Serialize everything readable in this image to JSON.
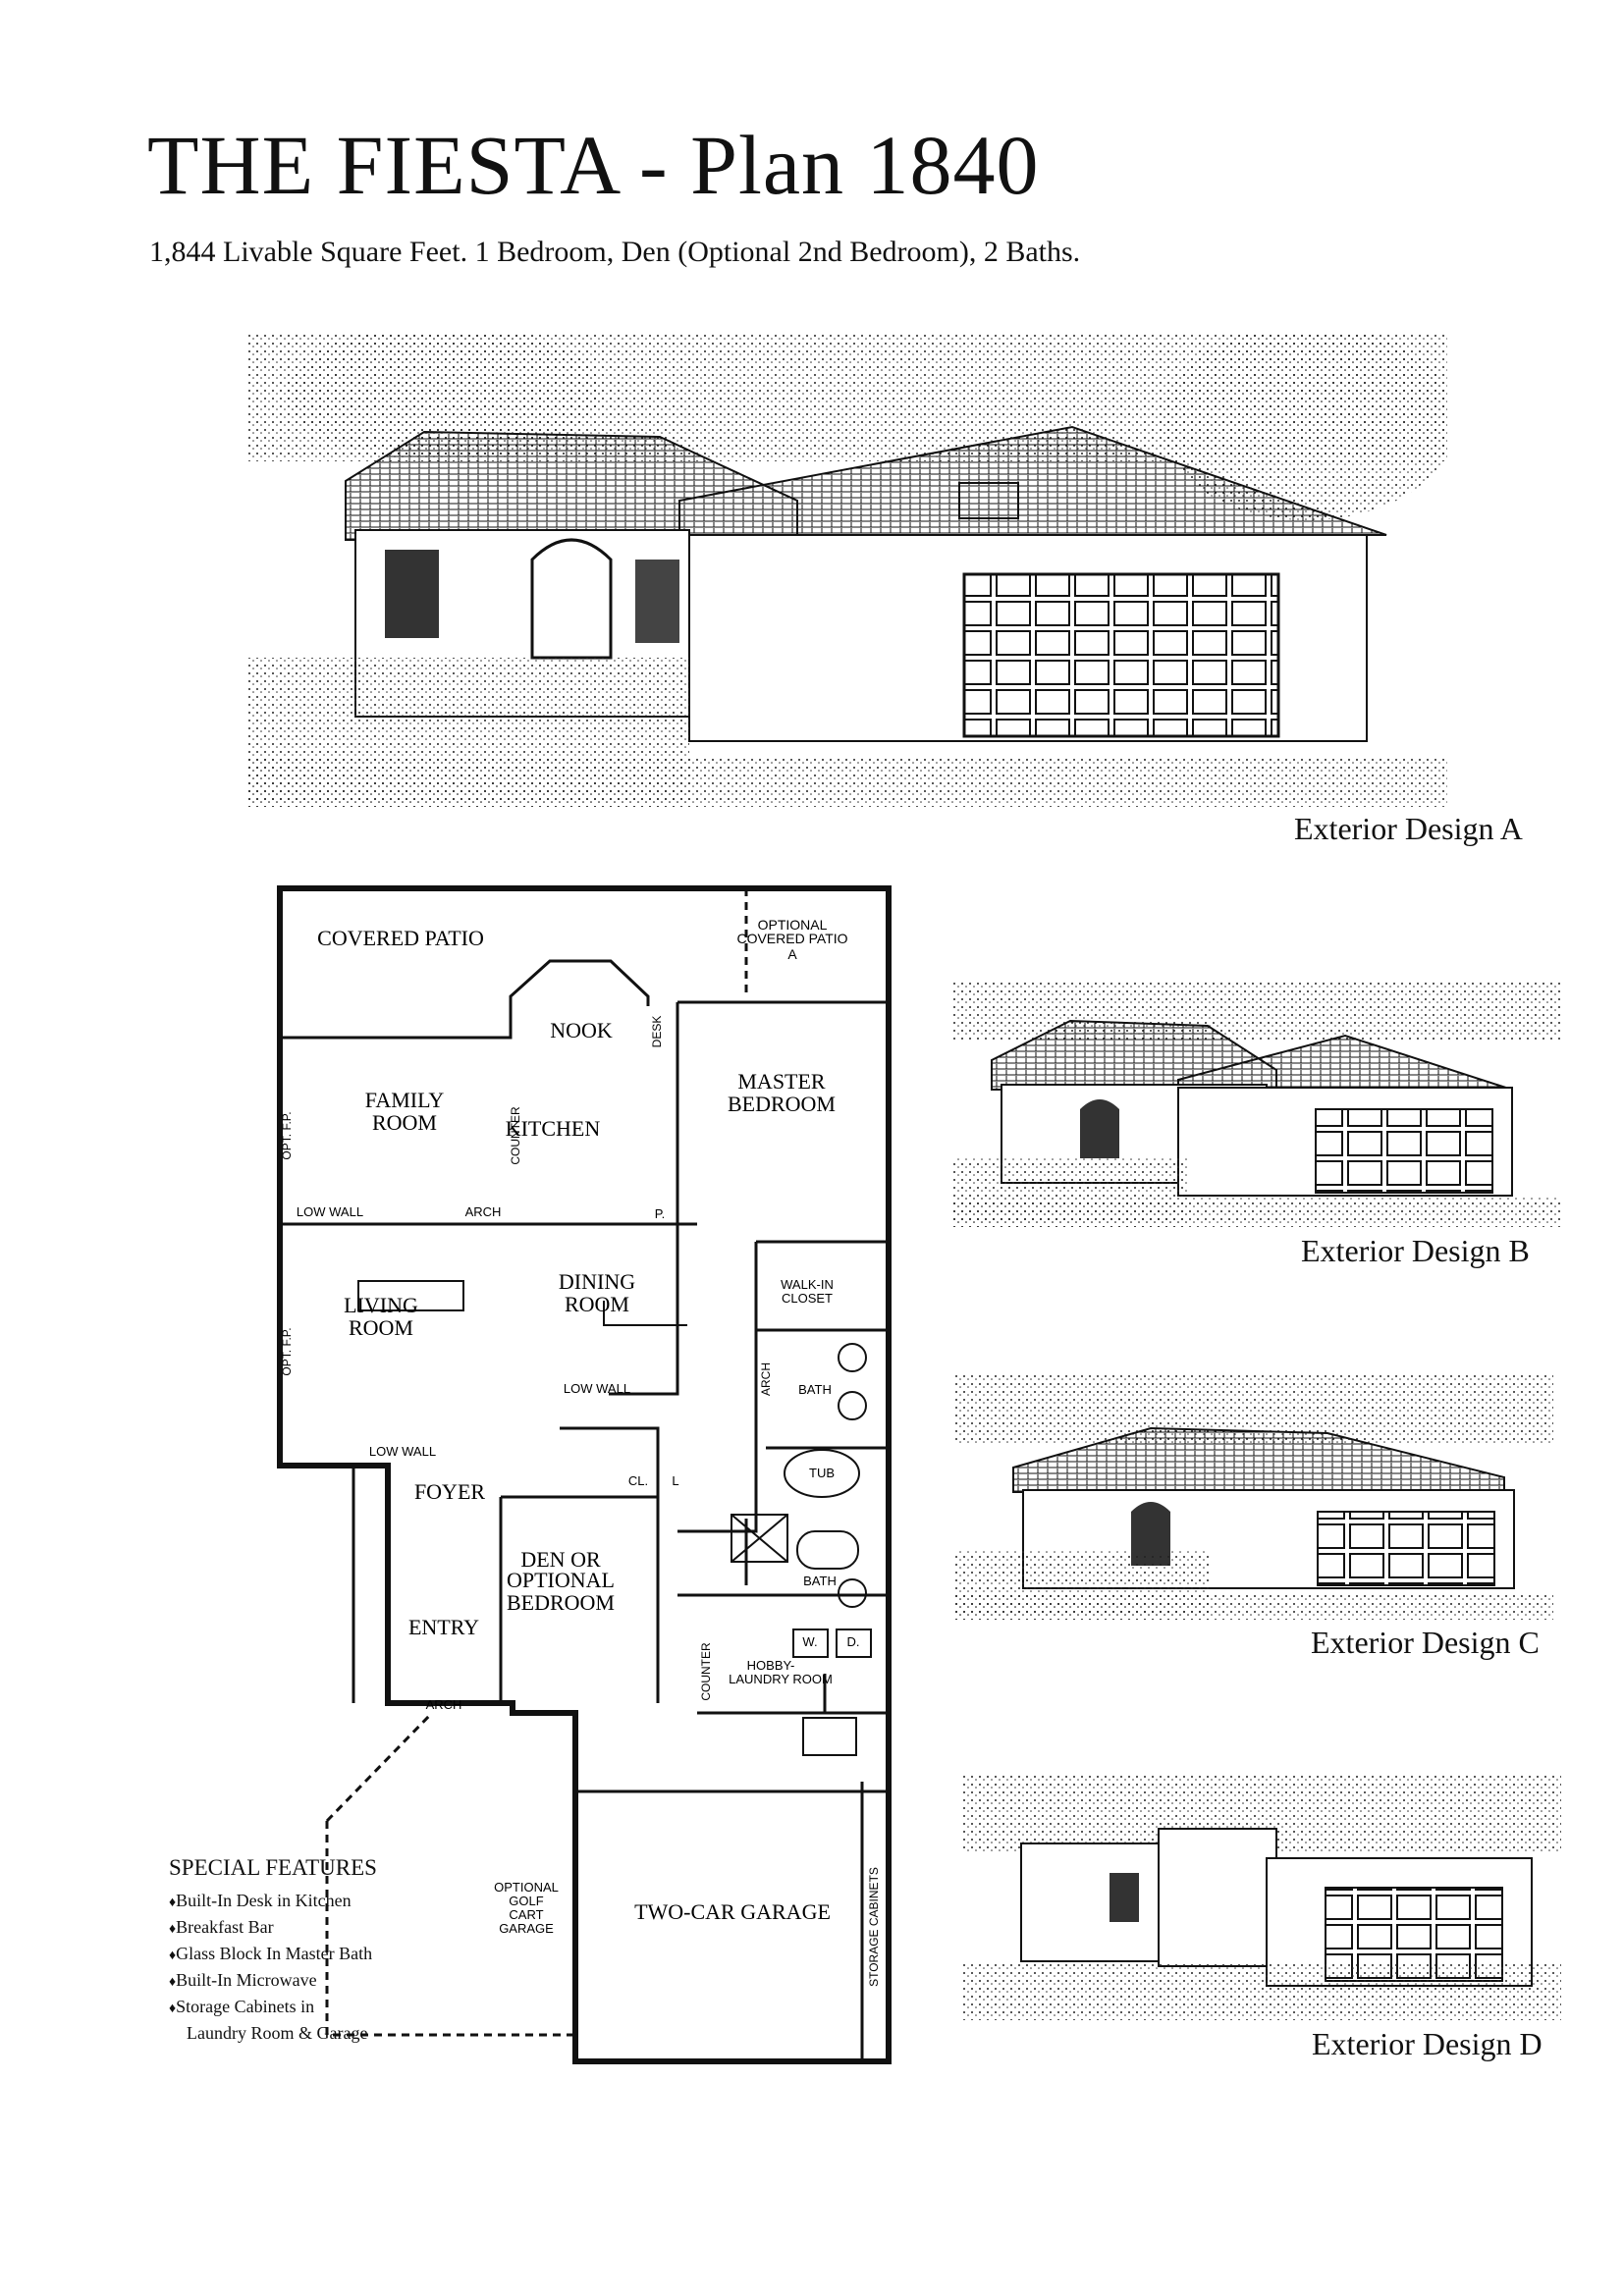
{
  "header": {
    "title": "THE FIESTA - Plan 1840",
    "subtitle": "1,844 Livable Square Feet. 1 Bedroom, Den (Optional 2nd Bedroom), 2 Baths."
  },
  "exteriors": [
    {
      "caption": "Exterior Design A"
    },
    {
      "caption": "Exterior Design B"
    },
    {
      "caption": "Exterior Design C"
    },
    {
      "caption": "Exterior Design D"
    }
  ],
  "floorplan": {
    "rooms": {
      "covered_patio": "COVERED PATIO",
      "optional_covered_patio": [
        "OPTIONAL",
        "COVERED PATIO",
        "A"
      ],
      "nook": "NOOK",
      "desk": "DESK",
      "family_room": [
        "FAMILY",
        "ROOM"
      ],
      "kitchen": "KITCHEN",
      "counter": "COUNTER",
      "master_bedroom": [
        "MASTER",
        "BEDROOM"
      ],
      "low_wall_1": "LOW WALL",
      "arch_1": "ARCH",
      "p": "P.",
      "opt_fp_1": "OPT. F.P.",
      "opt_fp_2": "OPT. F.P.",
      "living_room": [
        "LIVING",
        "ROOM"
      ],
      "dining_room": [
        "DINING",
        "ROOM"
      ],
      "walk_in_closet": [
        "WALK-IN",
        "CLOSET"
      ],
      "arch_2": "ARCH",
      "bath_1": "BATH",
      "low_wall_2": "LOW WALL",
      "low_wall_3": "LOW WALL",
      "tub": "TUB",
      "cl": "CL.",
      "l": "L",
      "foyer": "FOYER",
      "den": [
        "DEN OR",
        "OPTIONAL",
        "BEDROOM"
      ],
      "bath_2": "BATH",
      "entry": "ENTRY",
      "w": "W.",
      "d": "D.",
      "counter_2": "COUNTER",
      "hobby_laundry": [
        "HOBBY-",
        "LAUNDRY ROOM"
      ],
      "arch_3": "ARCH",
      "optional_golf": [
        "OPTIONAL",
        "GOLF",
        "CART",
        "GARAGE"
      ],
      "two_car_garage": "TWO-CAR GARAGE",
      "storage_cabinets": "STORAGE CABINETS"
    }
  },
  "features": {
    "heading": "SPECIAL FEATURES",
    "items": [
      "Built-In Desk in Kitchen",
      "Breakfast Bar",
      "Glass Block In Master Bath",
      "Built-In Microwave",
      "Storage Cabinets in"
    ],
    "last_continuation": "Laundry Room & Garage"
  }
}
